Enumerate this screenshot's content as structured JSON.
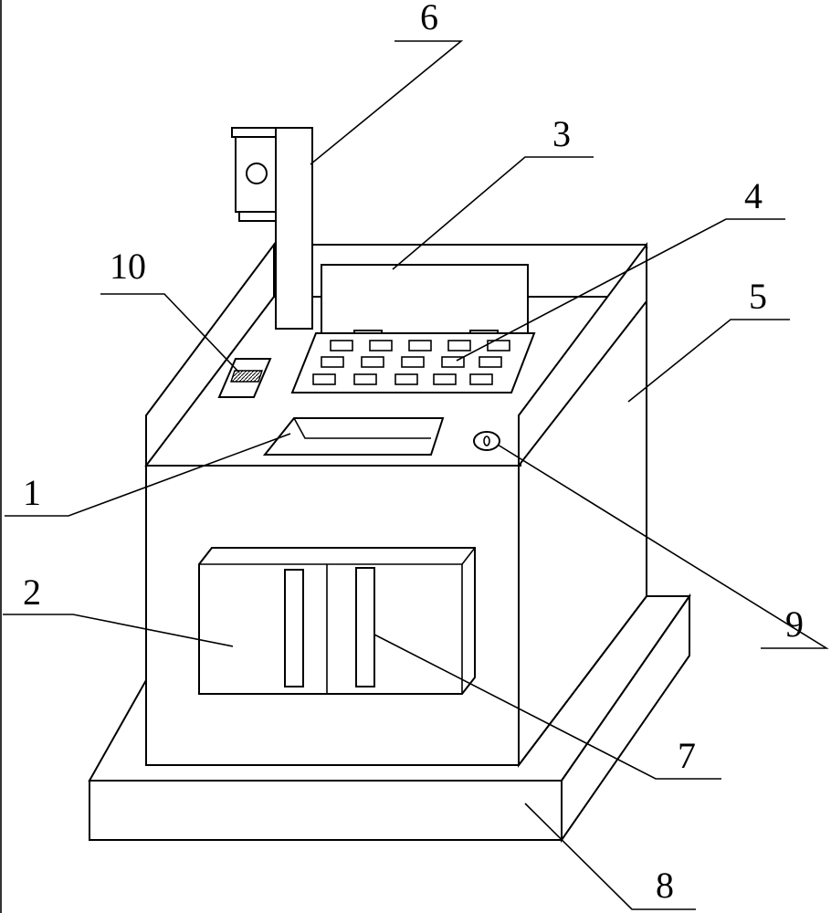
{
  "labels": [
    {
      "id": "label-1",
      "text": "1"
    },
    {
      "id": "label-2",
      "text": "2"
    },
    {
      "id": "label-3",
      "text": "3"
    },
    {
      "id": "label-4",
      "text": "4"
    },
    {
      "id": "label-5",
      "text": "5"
    },
    {
      "id": "label-6",
      "text": "6"
    },
    {
      "id": "label-7",
      "text": "7"
    },
    {
      "id": "label-8",
      "text": "8"
    },
    {
      "id": "label-9",
      "text": "9"
    },
    {
      "id": "label-10",
      "text": "10"
    }
  ]
}
